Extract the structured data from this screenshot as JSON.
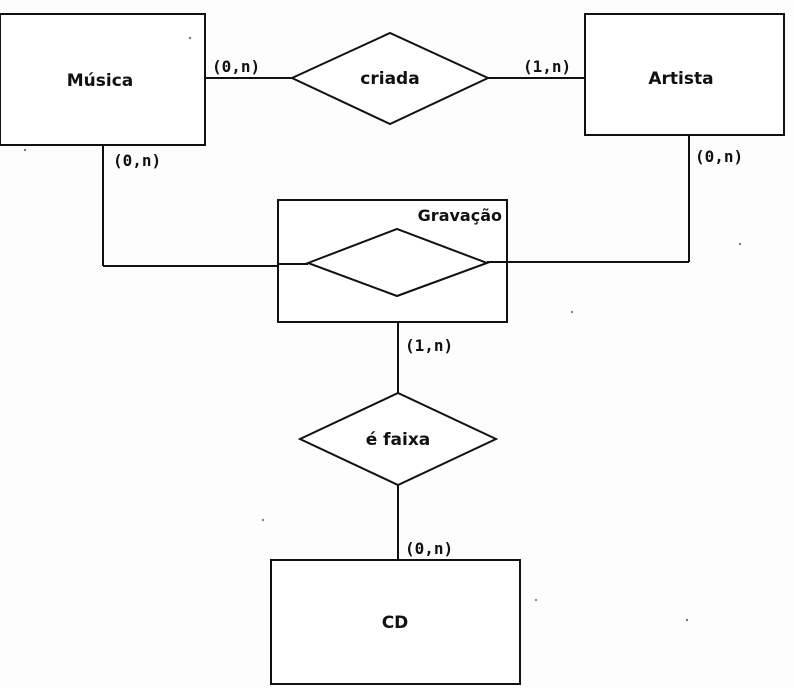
{
  "diagram": {
    "entities": {
      "musica": "Música",
      "artista": "Artista",
      "cd": "CD"
    },
    "relationships": {
      "criada": "criada",
      "e_faixa": "é faixa",
      "gravacao_inner": ""
    },
    "aggregation": {
      "label": "Gravação"
    },
    "cardinalities": {
      "musica_criada": "(0,n)",
      "artista_criada": "(1,n)",
      "musica_gravacao": "(0,n)",
      "artista_gravacao": "(0,n)",
      "gravacao_efaixa": "(1,n)",
      "cd_efaixa": "(0,n)"
    }
  }
}
